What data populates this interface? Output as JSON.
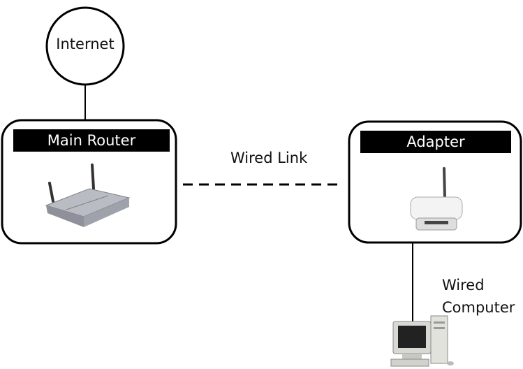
{
  "internet": {
    "label": "Internet"
  },
  "main_router": {
    "label": "Main Router"
  },
  "link": {
    "label": "Wired Link"
  },
  "adapter": {
    "label": "Adapter"
  },
  "computer": {
    "label_line1": "Wired",
    "label_line2": "Computer"
  }
}
